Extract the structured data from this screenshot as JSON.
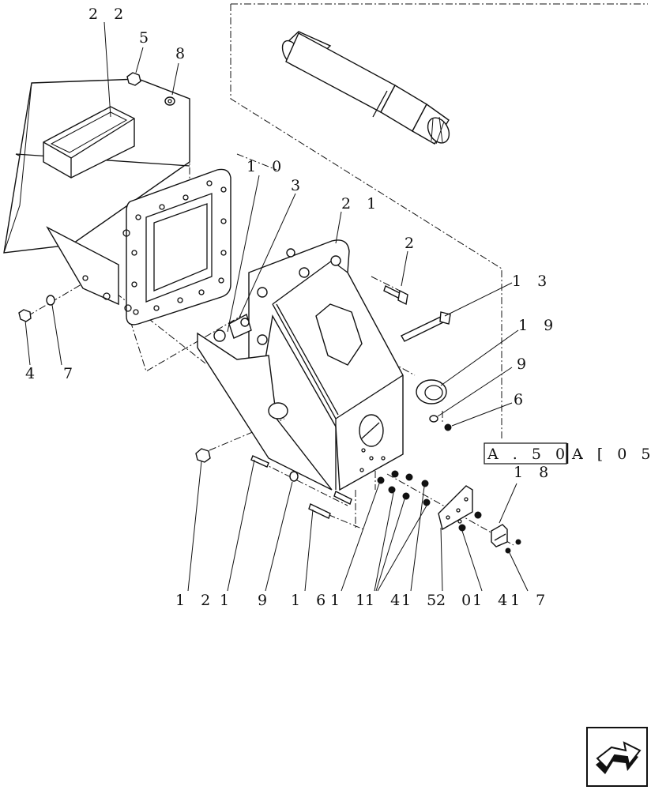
{
  "callouts": {
    "c22": "2 2",
    "c5": "5",
    "c8": "8",
    "c10": "1 0",
    "c3": "3",
    "c21": "2 1",
    "c2": "2",
    "c13": "1 3",
    "c19": "1 9",
    "c9a": "9",
    "c6": "6",
    "c4": "4",
    "c7": "7",
    "c18": "1 8",
    "c12": "1 2",
    "c1": "1",
    "c9b": "9",
    "c16": "1 6",
    "c11": "1 1",
    "c14a": "1 4",
    "c15": "1 5",
    "c20": "2 0",
    "c14b": "1 4",
    "c17": "1 7"
  },
  "reference": {
    "box_text": "A . 5 0 .",
    "suffix": "A   [ 0 5"
  },
  "icons": {
    "nav": "next-page-arrow-icon"
  }
}
